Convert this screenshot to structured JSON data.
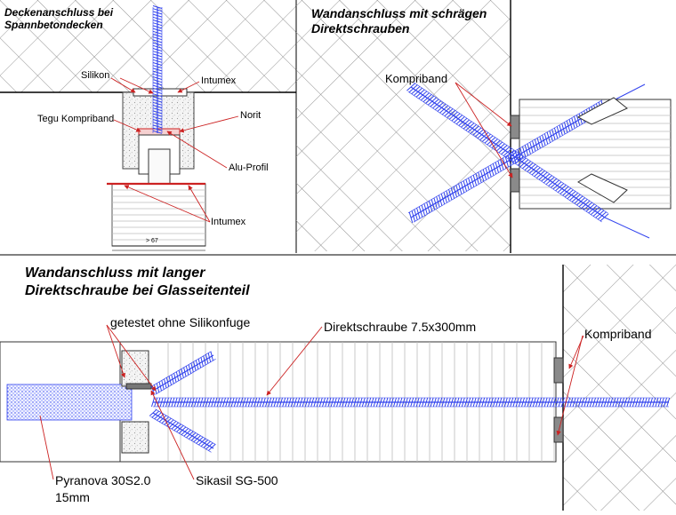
{
  "panels": {
    "ceiling": {
      "title_line1": "Deckenanschluss bei",
      "title_line2": "Spannbetondecken",
      "labels": {
        "silikon": "Silikon",
        "intumex_top": "Intumex",
        "tegu": "Tegu Kompriband",
        "norit": "Norit",
        "alu": "Alu-Profil",
        "intumex_bottom": "Intumex",
        "dimension": "> 67"
      }
    },
    "wall_oblique": {
      "title_line1": "Wandanschluss mit schrägen",
      "title_line2": "Direktschrauben",
      "labels": {
        "kompriband": "Kompriband"
      }
    },
    "wall_long": {
      "title_line1": "Wandanschluss mit langer",
      "title_line2": "Direktschraube bei Glasseitenteil",
      "labels": {
        "tested": "getestet ohne Silikonfuge",
        "screw": "Direktschraube 7.5x300mm",
        "kompriband": "Kompriband",
        "pyranova_line1": "Pyranova 30S2.0",
        "pyranova_line2": "15mm",
        "sikasil": "Sikasil SG-500"
      }
    }
  },
  "colors": {
    "screw": "#3344ee",
    "leader": "#cc2222",
    "hatch": "#8c8c8c",
    "tape": "#8a8a8a"
  }
}
